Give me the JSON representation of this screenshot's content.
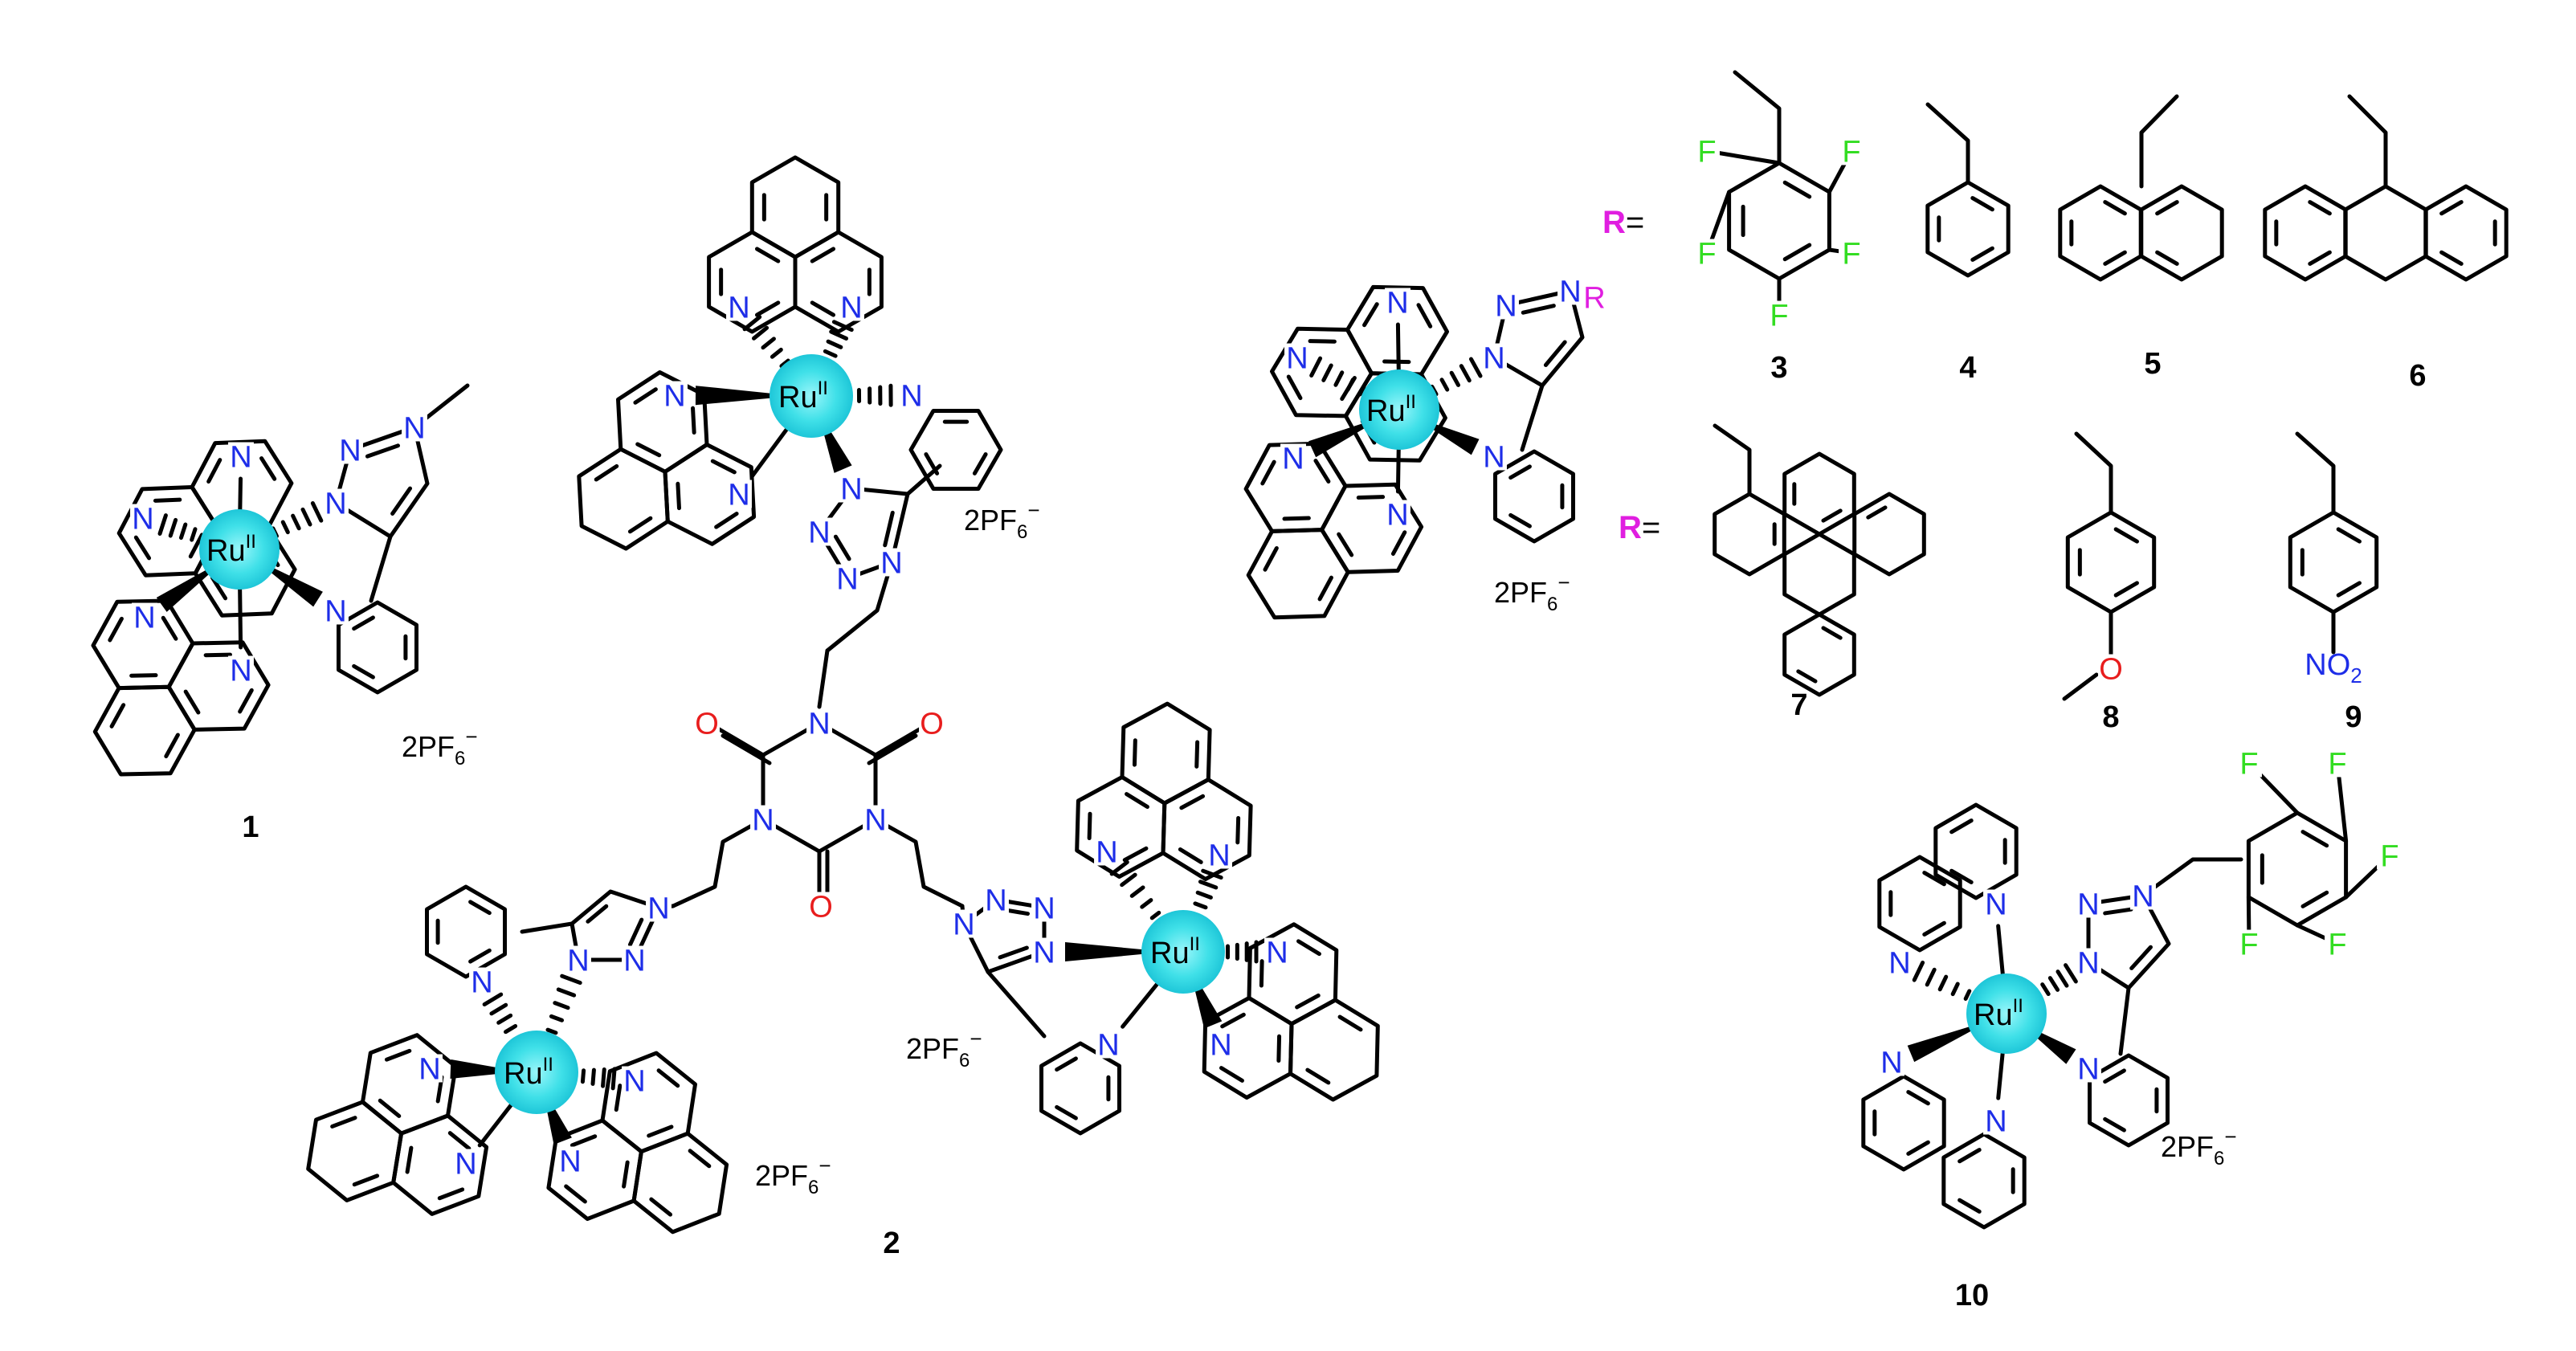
{
  "labels": {
    "c1": "1",
    "c2": "2",
    "c3": "3",
    "c4": "4",
    "c5": "5",
    "c6": "6",
    "c7": "7",
    "c8": "8",
    "c9": "9",
    "c10": "10"
  },
  "metal": {
    "symbol": "Ru",
    "oxidation": "II"
  },
  "atoms": {
    "N": "N",
    "O": "O",
    "F": "F",
    "R": "R"
  },
  "counterion": {
    "prefix": "2PF",
    "sub": "6",
    "sup": "−"
  },
  "r_prefix": "R=",
  "nitro": {
    "prefix": "NO",
    "sub": "2"
  },
  "colors": {
    "N": "#1d2de8",
    "O": "#e81d1d",
    "F": "#33dd22",
    "R": "#e01ee0",
    "metal_glow": "#3fe0e8",
    "bond": "#000000"
  }
}
